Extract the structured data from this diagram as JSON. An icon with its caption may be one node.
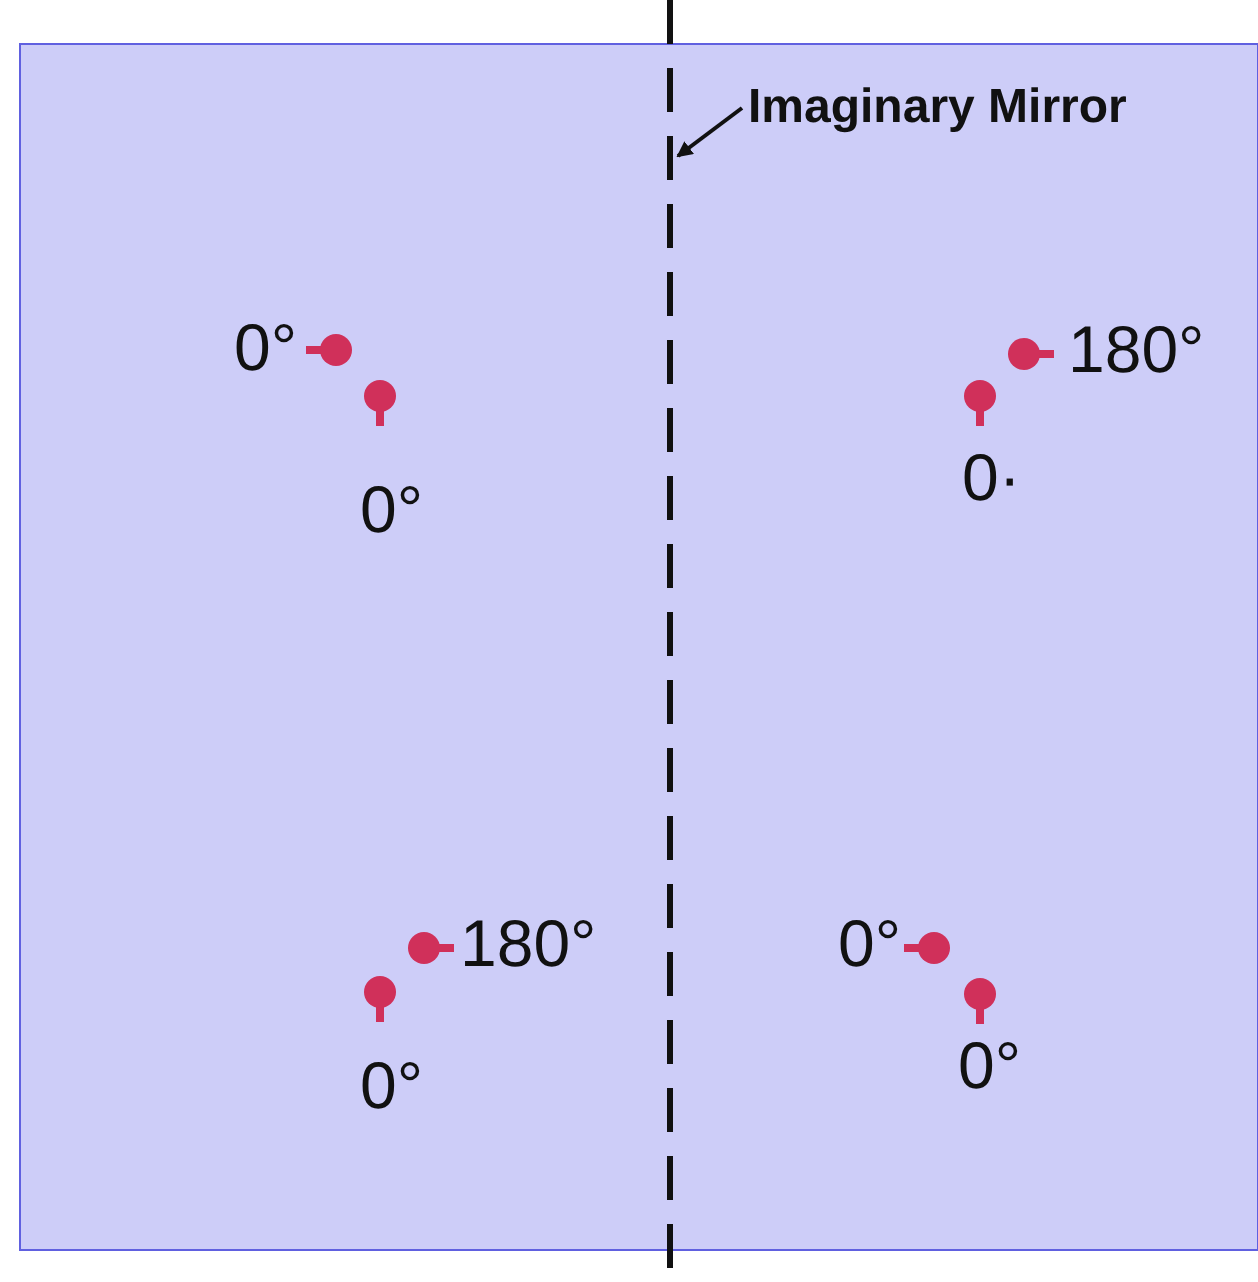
{
  "diagram": {
    "nodes": [
      {
        "text": [
          "Imaginary Mirror"
        ]
      },
      {
        "text": [],
        "shape": "line"
      }
    ],
    "edges": [
      {
        "from": 0,
        "to": 1,
        "arrow": "to"
      }
    ],
    "labels": [
      "0°",
      "0°",
      "180°",
      "0·",
      "180°",
      "0°",
      "0°",
      "0°"
    ]
  }
}
